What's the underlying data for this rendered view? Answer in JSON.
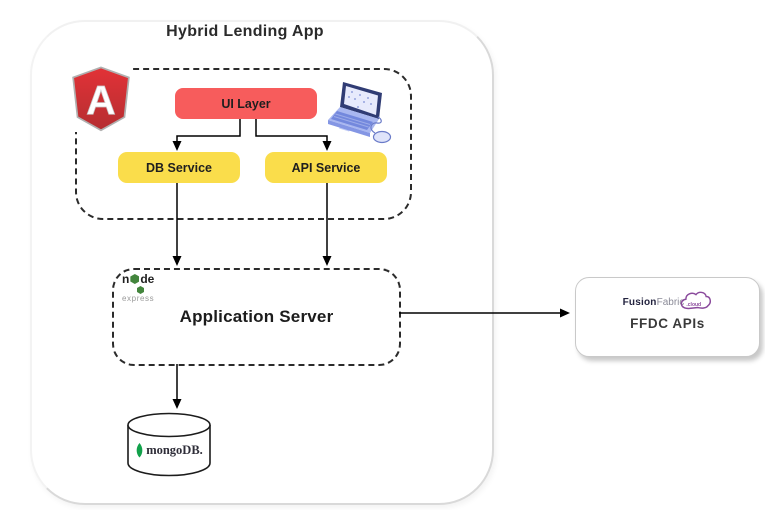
{
  "title": "Hybrid Lending App",
  "group": {
    "ui_layer": "UI Layer",
    "db_service": "DB Service",
    "api_service": "API Service"
  },
  "app_server": {
    "label": "Application Server",
    "node_logo": {
      "prefix": "n",
      "suffix": "de",
      "express": "express"
    }
  },
  "database": {
    "label": "mongoDB."
  },
  "external": {
    "label": "FFDC APIs",
    "logo": {
      "fusion": "Fusion",
      "fabric": "Fabric",
      "cloud": ".cloud"
    }
  },
  "angular": {
    "letter": "A"
  },
  "colors": {
    "ui_layer_fill": "#F75C5C",
    "service_fill": "#FADD4B",
    "dashed_border": "#2B2B2B",
    "arrow": "#000000",
    "angular_red": "#DD1B16",
    "node_green": "#43853D",
    "mongo_green": "#12A14B",
    "fusion_purple": "#8A4A9C",
    "laptop_blue": "#8FA0E8",
    "outer_border": "#D9D9D9"
  },
  "edges": [
    {
      "from": "UI Layer",
      "to": "DB Service"
    },
    {
      "from": "UI Layer",
      "to": "API Service"
    },
    {
      "from": "DB Service",
      "to": "Application Server"
    },
    {
      "from": "API Service",
      "to": "Application Server"
    },
    {
      "from": "Application Server",
      "to": "FFDC APIs"
    },
    {
      "from": "Application Server",
      "to": "mongoDB"
    }
  ]
}
